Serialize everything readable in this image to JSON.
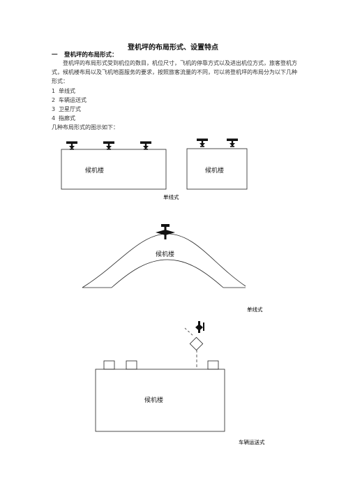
{
  "doc": {
    "title": "登机坪的布局形式、设置特点",
    "section": {
      "number": "一",
      "heading": "登机坪的布局形式："
    },
    "paragraph": "登机坪的布局形式受到机位的数目，机位尺寸，飞机的停靠方式以及进出机位方式，旅客登机方式，候机楼布局以及飞机地面服务的要求，按照旅客流量的不同，可以将登机坪的布局分为以下几种形式：",
    "list": [
      {
        "num": "1",
        "text": "单线式"
      },
      {
        "num": "2",
        "text": "车辆运送式"
      },
      {
        "num": "3",
        "text": "卫星厅式"
      },
      {
        "num": "4",
        "text": "指廊式"
      }
    ],
    "intro": "几种布局形式的图示如下："
  },
  "figures": {
    "fig1": {
      "terminal_left": "候机楼",
      "terminal_right": "候机楼",
      "caption": "单线式"
    },
    "fig2": {
      "terminal": "候机楼",
      "caption": "单线式"
    },
    "fig3": {
      "terminal": "候机楼",
      "caption": "车辆运送式"
    }
  }
}
